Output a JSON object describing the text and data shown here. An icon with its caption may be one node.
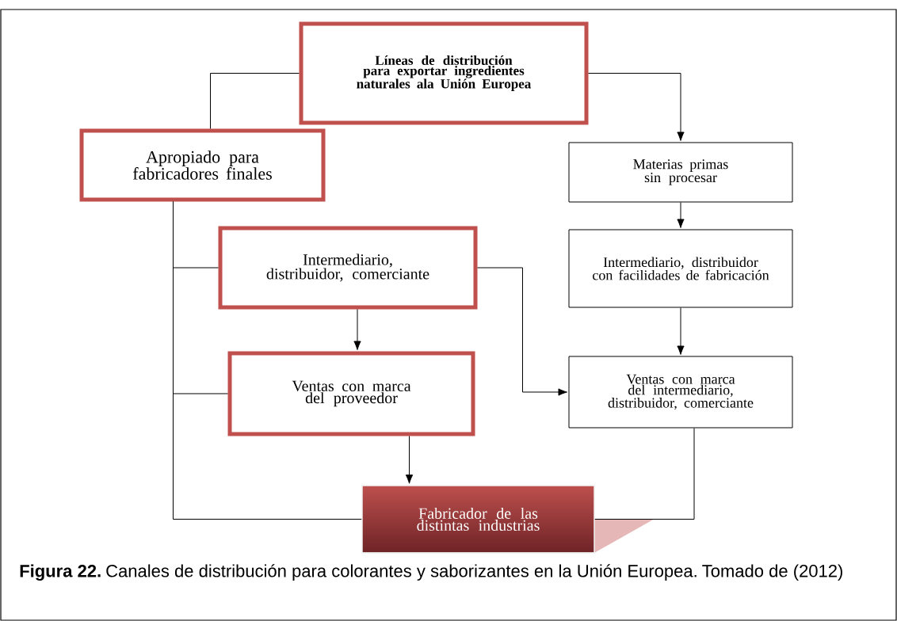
{
  "diagram": {
    "caption": "**Figura 22.**  Canales de distribución para colorantes y saborizantes en la Unión Europea. Tomado de (2012)",
    "nodes": [
      {
        "text": [
          "Líneas de distribución para exportar ingredientes naturales ala Unión Europea"
        ]
      },
      {
        "text": [
          "Apropiado para fabricadores finales"
        ]
      },
      {
        "text": [
          "Materias primas sin procesar"
        ]
      },
      {
        "text": [
          "Intermediario, distribuidor, comerciante"
        ]
      },
      {
        "text": [
          "Intermediario, distribuidor con facilidades de fabricación"
        ]
      },
      {
        "text": [
          "Ventas con marca del proveedor"
        ]
      },
      {
        "text": [
          "Ventas con marca del intermediario, distribuidor, comerciante"
        ]
      },
      {
        "text": [
          "Fabricador de las distintas industrias"
        ]
      }
    ],
    "edges": [
      {
        "from": 0,
        "to": 2,
        "arrow": "to"
      },
      {
        "from": 0,
        "to": 1,
        "arrow": "none"
      },
      {
        "from": 2,
        "to": 4,
        "arrow": "to"
      },
      {
        "from": 4,
        "to": 6,
        "arrow": "to"
      },
      {
        "from": 3,
        "to": 5,
        "arrow": "to"
      },
      {
        "from": 3,
        "to": 6,
        "arrow": "to"
      },
      {
        "from": 5,
        "to": 7,
        "arrow": "to"
      },
      {
        "from": 1,
        "to": 3,
        "arrow": "none"
      },
      {
        "from": 1,
        "to": 5,
        "arrow": "none"
      },
      {
        "from": 1,
        "to": 7,
        "arrow": "none"
      },
      {
        "from": 6,
        "to": 7,
        "arrow": "none"
      }
    ]
  }
}
